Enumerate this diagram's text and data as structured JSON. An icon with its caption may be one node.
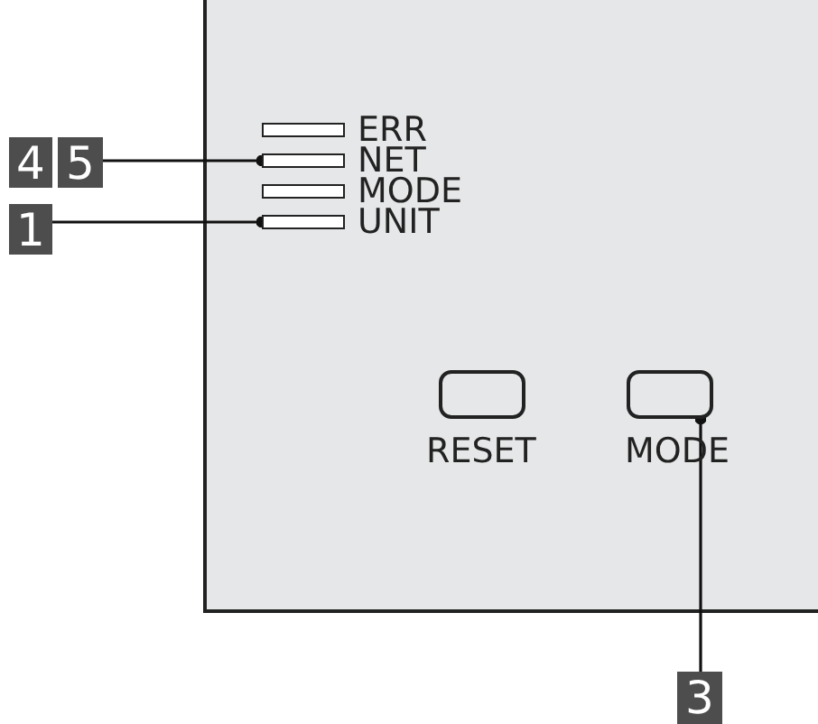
{
  "diagram": {
    "nodes": [
      {
        "text": [],
        "shape": "bar",
        "beside": [
          "ERR"
        ]
      },
      {
        "text": [
          "4"
        ]
      },
      {
        "text": [
          "5"
        ]
      },
      {
        "text": [],
        "shape": "bar",
        "beside": [
          "NET"
        ]
      },
      {
        "text": [],
        "shape": "bar",
        "beside": [
          "MODE"
        ]
      },
      {
        "text": [
          "1"
        ]
      },
      {
        "text": [],
        "shape": "bar",
        "beside": [
          "UNIT"
        ]
      },
      {
        "text": [],
        "shape": "box",
        "beside": [
          "RESET"
        ]
      },
      {
        "text": [],
        "shape": "box",
        "beside": [
          "MODE"
        ]
      },
      {
        "text": [
          "3"
        ]
      }
    ],
    "edges": [
      {
        "from": 2,
        "to": 3,
        "arrow": "other"
      },
      {
        "from": 5,
        "to": 6,
        "arrow": "other"
      },
      {
        "from": 9,
        "to": 8,
        "arrow": "other"
      }
    ]
  }
}
